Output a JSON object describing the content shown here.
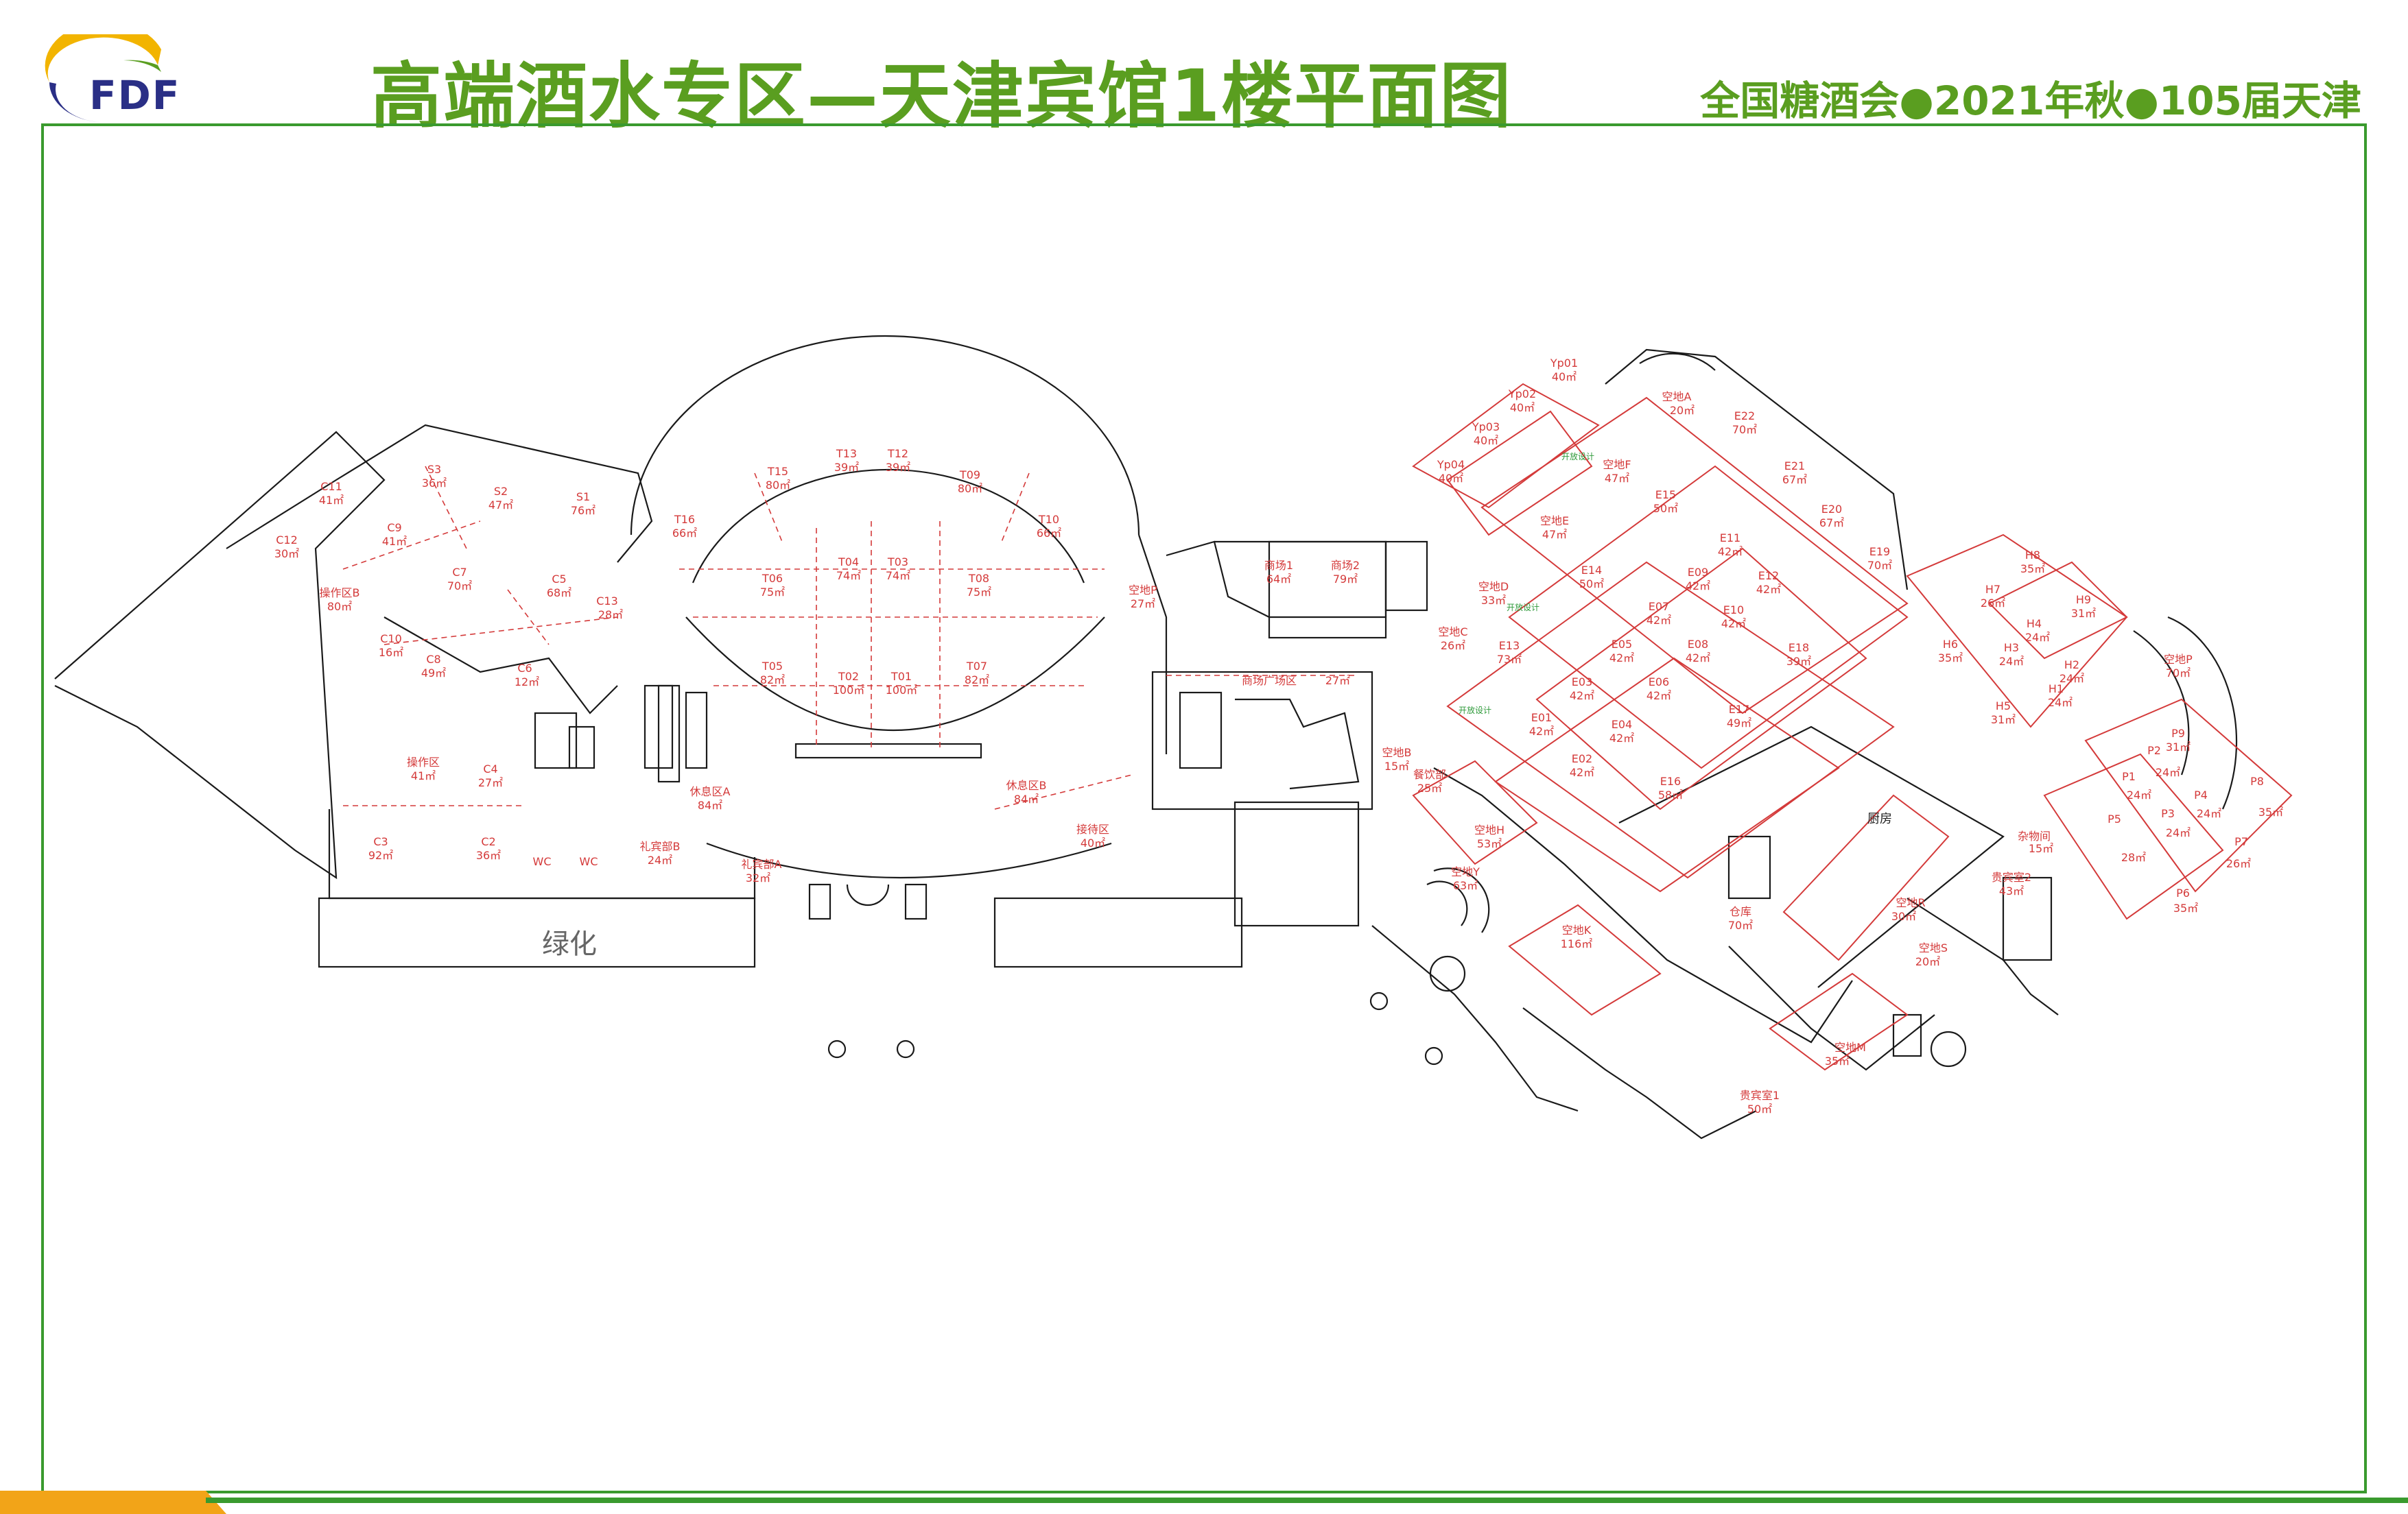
{
  "logo": {
    "text": "FDF",
    "brand_colors": [
      "#2a2f86",
      "#f2b400",
      "#5a9e20"
    ]
  },
  "title": "高端酒水专区—天津宾馆1楼平面图",
  "subtitle": "全国糖酒会●2021年秋●105届天津",
  "colors": {
    "title_green": "#5a9e20",
    "frame_green": "#3a9a2e",
    "booth_red": "#d43a3a",
    "wall_black": "#1a1a1a",
    "bar_orange": "#f2a418"
  },
  "landscape_label": "绿化",
  "kitchen_label": "厨房",
  "green_notes": [
    "开放设计",
    "开放设计",
    "开放设计"
  ],
  "rooms": [
    {
      "id": "c11",
      "label": "C11",
      "area": "41㎡"
    },
    {
      "id": "c12",
      "label": "C12",
      "area": "30㎡"
    },
    {
      "id": "c9",
      "label": "C9",
      "area": "41㎡"
    },
    {
      "id": "caozuo_b",
      "label": "操作区B",
      "area": "80㎡"
    },
    {
      "id": "c10",
      "label": "C10",
      "area": "16㎡"
    },
    {
      "id": "c8",
      "label": "C8",
      "area": "49㎡"
    },
    {
      "id": "s3",
      "label": "S3",
      "area": "36㎡"
    },
    {
      "id": "s2",
      "label": "S2",
      "area": "47㎡"
    },
    {
      "id": "s1",
      "label": "S1",
      "area": "76㎡"
    },
    {
      "id": "c7",
      "label": "C7",
      "area": "70㎡"
    },
    {
      "id": "c5",
      "label": "C5",
      "area": "68㎡"
    },
    {
      "id": "c13",
      "label": "C13",
      "area": "28㎡"
    },
    {
      "id": "c6",
      "label": "C6",
      "area": "12㎡"
    },
    {
      "id": "caozuo",
      "label": "操作区",
      "area": "41㎡"
    },
    {
      "id": "c4",
      "label": "C4",
      "area": "27㎡"
    },
    {
      "id": "c3",
      "label": "C3",
      "area": "92㎡"
    },
    {
      "id": "c2",
      "label": "C2",
      "area": "36㎡"
    },
    {
      "id": "wc1",
      "label": "WC",
      "area": ""
    },
    {
      "id": "wc2",
      "label": "WC",
      "area": ""
    },
    {
      "id": "lipin_b",
      "label": "礼宾部B",
      "area": "24㎡"
    },
    {
      "id": "lipin_a",
      "label": "礼宾部A",
      "area": "32㎡"
    },
    {
      "id": "xiuxi_a",
      "label": "休息区A",
      "area": "84㎡"
    },
    {
      "id": "t16",
      "label": "T16",
      "area": "66㎡"
    },
    {
      "id": "t15",
      "label": "T15",
      "area": "80㎡"
    },
    {
      "id": "t13",
      "label": "T13",
      "area": "39㎡"
    },
    {
      "id": "t12",
      "label": "T12",
      "area": "39㎡"
    },
    {
      "id": "t09",
      "label": "T09",
      "area": "80㎡"
    },
    {
      "id": "t10",
      "label": "T10",
      "area": "66㎡"
    },
    {
      "id": "t06",
      "label": "T06",
      "area": "75㎡"
    },
    {
      "id": "t04",
      "label": "T04",
      "area": "74㎡"
    },
    {
      "id": "t03",
      "label": "T03",
      "area": "74㎡"
    },
    {
      "id": "t08",
      "label": "T08",
      "area": "75㎡"
    },
    {
      "id": "t05",
      "label": "T05",
      "area": "82㎡"
    },
    {
      "id": "t02",
      "label": "T02",
      "area": "100㎡"
    },
    {
      "id": "t01",
      "label": "T01",
      "area": "100㎡"
    },
    {
      "id": "t07",
      "label": "T07",
      "area": "82㎡"
    },
    {
      "id": "xiuxi_b",
      "label": "休息区B",
      "area": "84㎡"
    },
    {
      "id": "jiedai",
      "label": "接待区",
      "area": "40㎡"
    },
    {
      "id": "kongdi_p",
      "label": "空地P",
      "area": "27㎡"
    },
    {
      "id": "shangchang1",
      "label": "商场1",
      "area": "64㎡"
    },
    {
      "id": "shangchang2",
      "label": "商场2",
      "area": "79㎡"
    },
    {
      "id": "guangchang",
      "label": "商场广场区",
      "area": "27㎡"
    },
    {
      "id": "kongdi_b",
      "label": "空地B",
      "area": "15㎡"
    },
    {
      "id": "canyin",
      "label": "餐饮部",
      "area": "25㎡"
    },
    {
      "id": "kongdi_h",
      "label": "空地H",
      "area": "53㎡"
    },
    {
      "id": "kongdi_y",
      "label": "空地Y",
      "area": "63㎡"
    },
    {
      "id": "kongdi_k",
      "label": "空地K",
      "area": "116㎡"
    },
    {
      "id": "yp01",
      "label": "Yp01",
      "area": "40㎡"
    },
    {
      "id": "yp02",
      "label": "Yp02",
      "area": "40㎡"
    },
    {
      "id": "yp03",
      "label": "Yp03",
      "area": "40㎡"
    },
    {
      "id": "yp04",
      "label": "Yp04",
      "area": "40㎡"
    },
    {
      "id": "kongdi_f",
      "label": "空地F",
      "area": "47㎡"
    },
    {
      "id": "e15",
      "label": "E15",
      "area": "50㎡"
    },
    {
      "id": "kongdi_e",
      "label": "空地E",
      "area": "47㎡"
    },
    {
      "id": "e14",
      "label": "E14",
      "area": "50㎡"
    },
    {
      "id": "kongdi_d",
      "label": "空地D",
      "area": "33㎡"
    },
    {
      "id": "kongdi_c",
      "label": "空地C",
      "area": "26㎡"
    },
    {
      "id": "e13",
      "label": "E13",
      "area": "73㎡"
    },
    {
      "id": "e11",
      "label": "E11",
      "area": "42㎡"
    },
    {
      "id": "e09",
      "label": "E09",
      "area": "42㎡"
    },
    {
      "id": "e12",
      "label": "E12",
      "area": "42㎡"
    },
    {
      "id": "e07",
      "label": "E07",
      "area": "42㎡"
    },
    {
      "id": "e10",
      "label": "E10",
      "area": "42㎡"
    },
    {
      "id": "e05",
      "label": "E05",
      "area": "42㎡"
    },
    {
      "id": "e08",
      "label": "E08",
      "area": "42㎡"
    },
    {
      "id": "e03",
      "label": "E03",
      "area": "42㎡"
    },
    {
      "id": "e06",
      "label": "E06",
      "area": "42㎡"
    },
    {
      "id": "e01",
      "label": "E01",
      "area": "42㎡"
    },
    {
      "id": "e04",
      "label": "E04",
      "area": "42㎡"
    },
    {
      "id": "e02",
      "label": "E02",
      "area": "42㎡"
    },
    {
      "id": "e18",
      "label": "E18",
      "area": "39㎡"
    },
    {
      "id": "e17",
      "label": "E17",
      "area": "49㎡"
    },
    {
      "id": "e16",
      "label": "E16",
      "area": "58㎡"
    },
    {
      "id": "kongdi_a",
      "label": "空地A",
      "area": "20㎡"
    },
    {
      "id": "e22",
      "label": "E22",
      "area": "70㎡"
    },
    {
      "id": "e21",
      "label": "E21",
      "area": "67㎡"
    },
    {
      "id": "e20",
      "label": "E20",
      "area": "67㎡"
    },
    {
      "id": "e19",
      "label": "E19",
      "area": "70㎡"
    },
    {
      "id": "h8",
      "label": "H8",
      "area": "35㎡"
    },
    {
      "id": "h7",
      "label": "H7",
      "area": "26㎡"
    },
    {
      "id": "h9",
      "label": "H9",
      "area": "31㎡"
    },
    {
      "id": "h4",
      "label": "H4",
      "area": "24㎡"
    },
    {
      "id": "h6",
      "label": "H6",
      "area": "35㎡"
    },
    {
      "id": "h3",
      "label": "H3",
      "area": "24㎡"
    },
    {
      "id": "h2",
      "label": "H2",
      "area": "24㎡"
    },
    {
      "id": "h1",
      "label": "H1",
      "area": "24㎡"
    },
    {
      "id": "h5",
      "label": "H5",
      "area": "31㎡"
    },
    {
      "id": "kongdi_p2",
      "label": "空地P",
      "area": "70㎡"
    },
    {
      "id": "p9",
      "label": "P9",
      "area": "31㎡"
    },
    {
      "id": "p2",
      "label": "P2",
      "area": "24㎡"
    },
    {
      "id": "p1",
      "label": "P1",
      "area": "24㎡"
    },
    {
      "id": "p4",
      "label": "P4",
      "area": "24㎡"
    },
    {
      "id": "p8",
      "label": "P8",
      "area": "35㎡"
    },
    {
      "id": "p3",
      "label": "P3",
      "area": "24㎡"
    },
    {
      "id": "p5",
      "label": "P5",
      "area": "28㎡"
    },
    {
      "id": "p7",
      "label": "P7",
      "area": "26㎡"
    },
    {
      "id": "p6",
      "label": "P6",
      "area": "35㎡"
    },
    {
      "id": "zawu",
      "label": "杂物间",
      "area": "15㎡"
    },
    {
      "id": "guibin2",
      "label": "贵宾室2",
      "area": "43㎡"
    },
    {
      "id": "guibin1",
      "label": "贵宾室1",
      "area": "50㎡"
    },
    {
      "id": "kongdi_r",
      "label": "空地R",
      "area": "30㎡"
    },
    {
      "id": "kongdi_s",
      "label": "空地S",
      "area": "20㎡"
    },
    {
      "id": "kongdi_m",
      "label": "空地M",
      "area": "35㎡"
    },
    {
      "id": "cangku",
      "label": "仓库",
      "area": "70㎡"
    }
  ]
}
